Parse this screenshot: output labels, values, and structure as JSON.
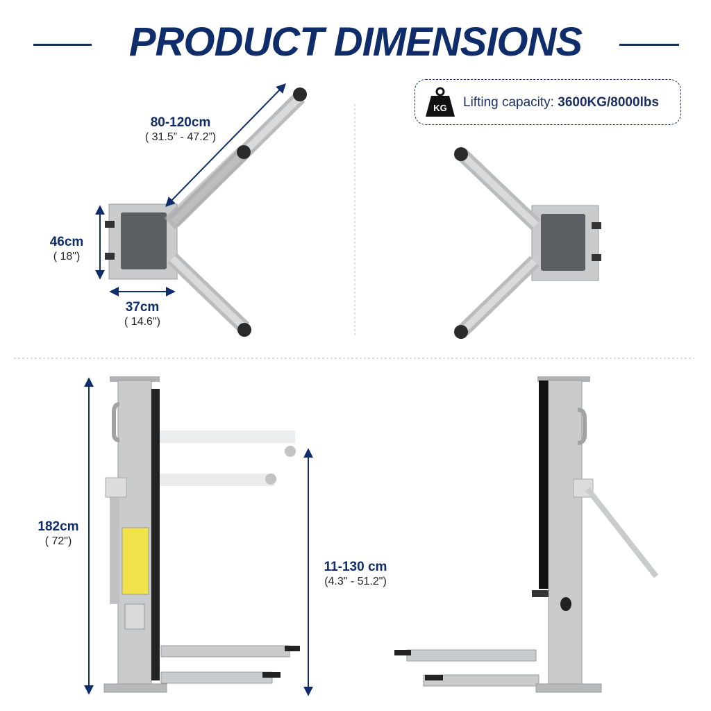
{
  "title": "PRODUCT DIMENSIONS",
  "capacity": {
    "label": "Lifting capacity: ",
    "value": "3600KG/8000lbs",
    "icon": "kg-weight-icon",
    "icon_text": "KG"
  },
  "dimensions": {
    "arm_length": {
      "main": "80-120cm",
      "sub": "( 31.5” - 47.2”)"
    },
    "depth": {
      "main": "46cm",
      "sub": "( 18\")"
    },
    "width": {
      "main": "37cm",
      "sub": "( 14.6\")"
    },
    "height": {
      "main": "182cm",
      "sub": "( 72\")"
    },
    "lift_range": {
      "main": "11-130 cm",
      "sub": "(4.3\" - 51.2\")"
    }
  },
  "colors": {
    "navy": "#0f2d6b",
    "steel": "#c9cbcd",
    "dark_plate": "#5b5e62",
    "pad": "#2a2a2a"
  }
}
